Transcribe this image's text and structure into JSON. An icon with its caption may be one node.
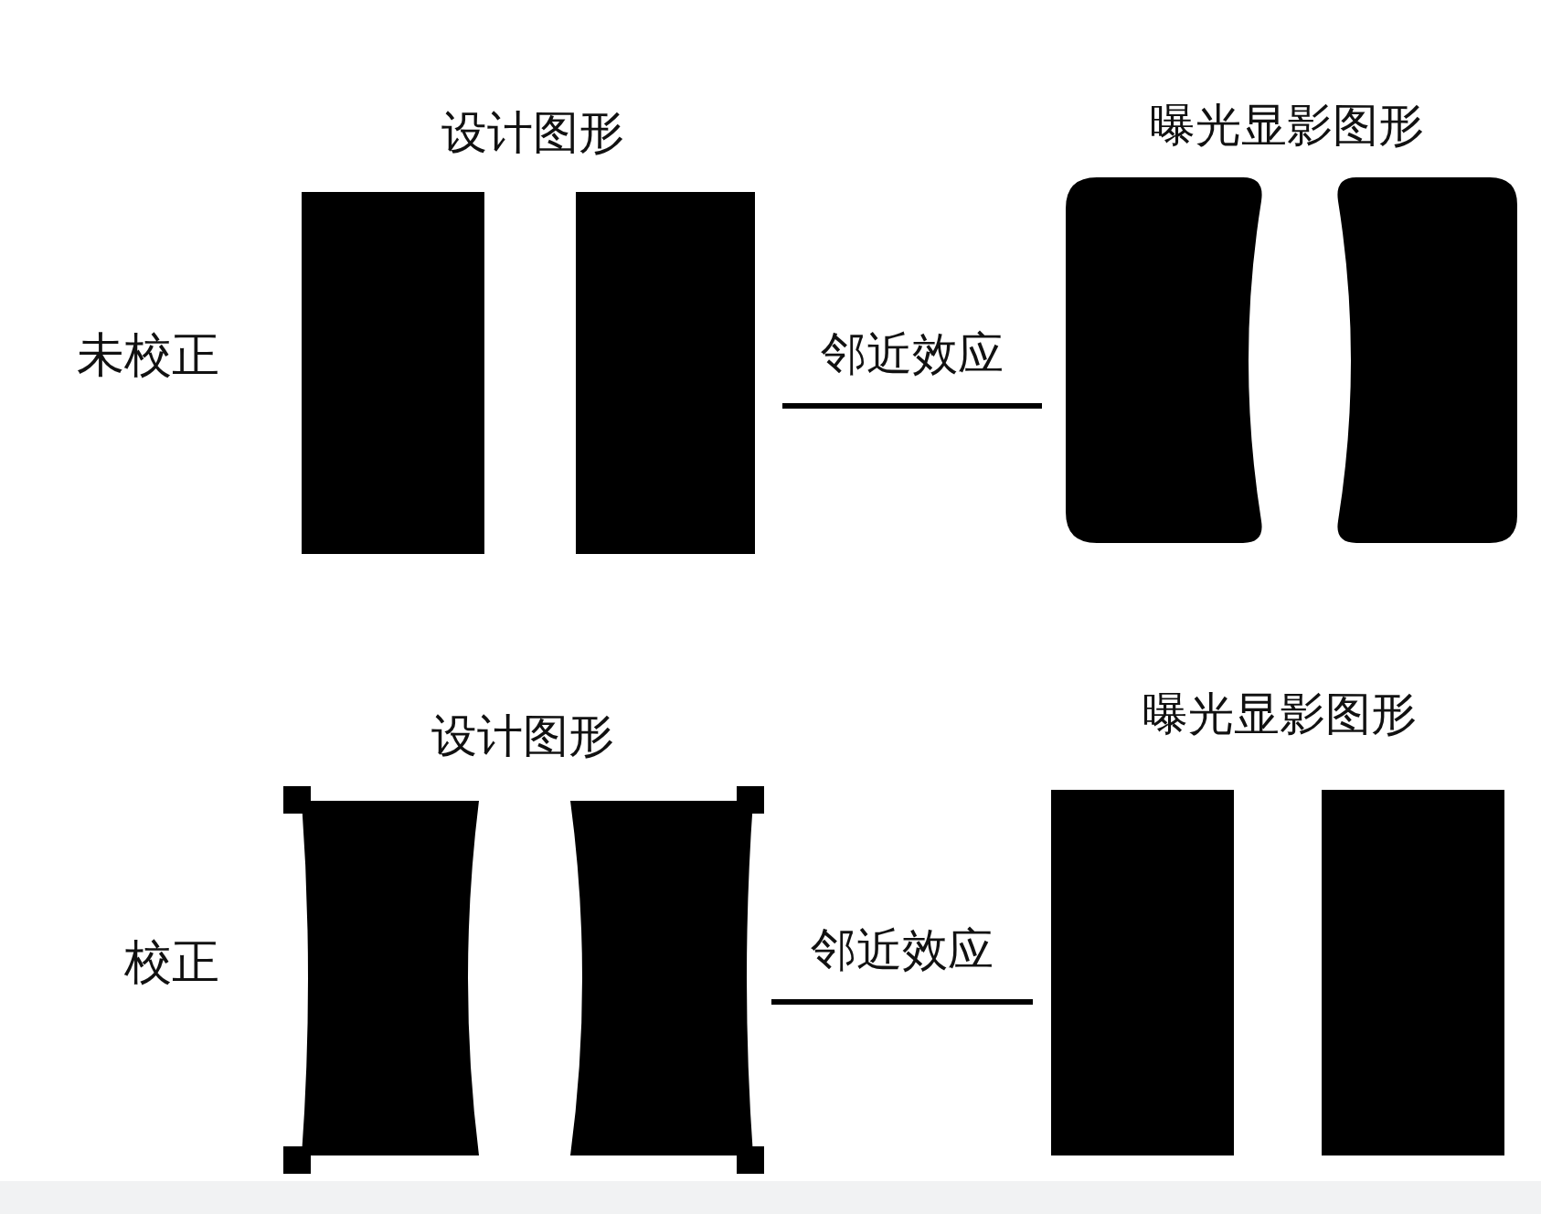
{
  "diagram": {
    "nodes": [
      {
        "text": [
          "设计图形"
        ]
      },
      {
        "text": [
          "曝光显影图形"
        ]
      },
      {
        "text": [
          "设计图形"
        ]
      },
      {
        "text": [
          "曝光显影图形"
        ]
      }
    ],
    "edges": [
      {
        "from": 0,
        "to": 1,
        "arrow": "none",
        "label": "邻近效应"
      },
      {
        "from": 2,
        "to": 3,
        "arrow": "none",
        "label": "邻近效应"
      }
    ],
    "labels": [
      "未校正",
      "校正"
    ]
  }
}
